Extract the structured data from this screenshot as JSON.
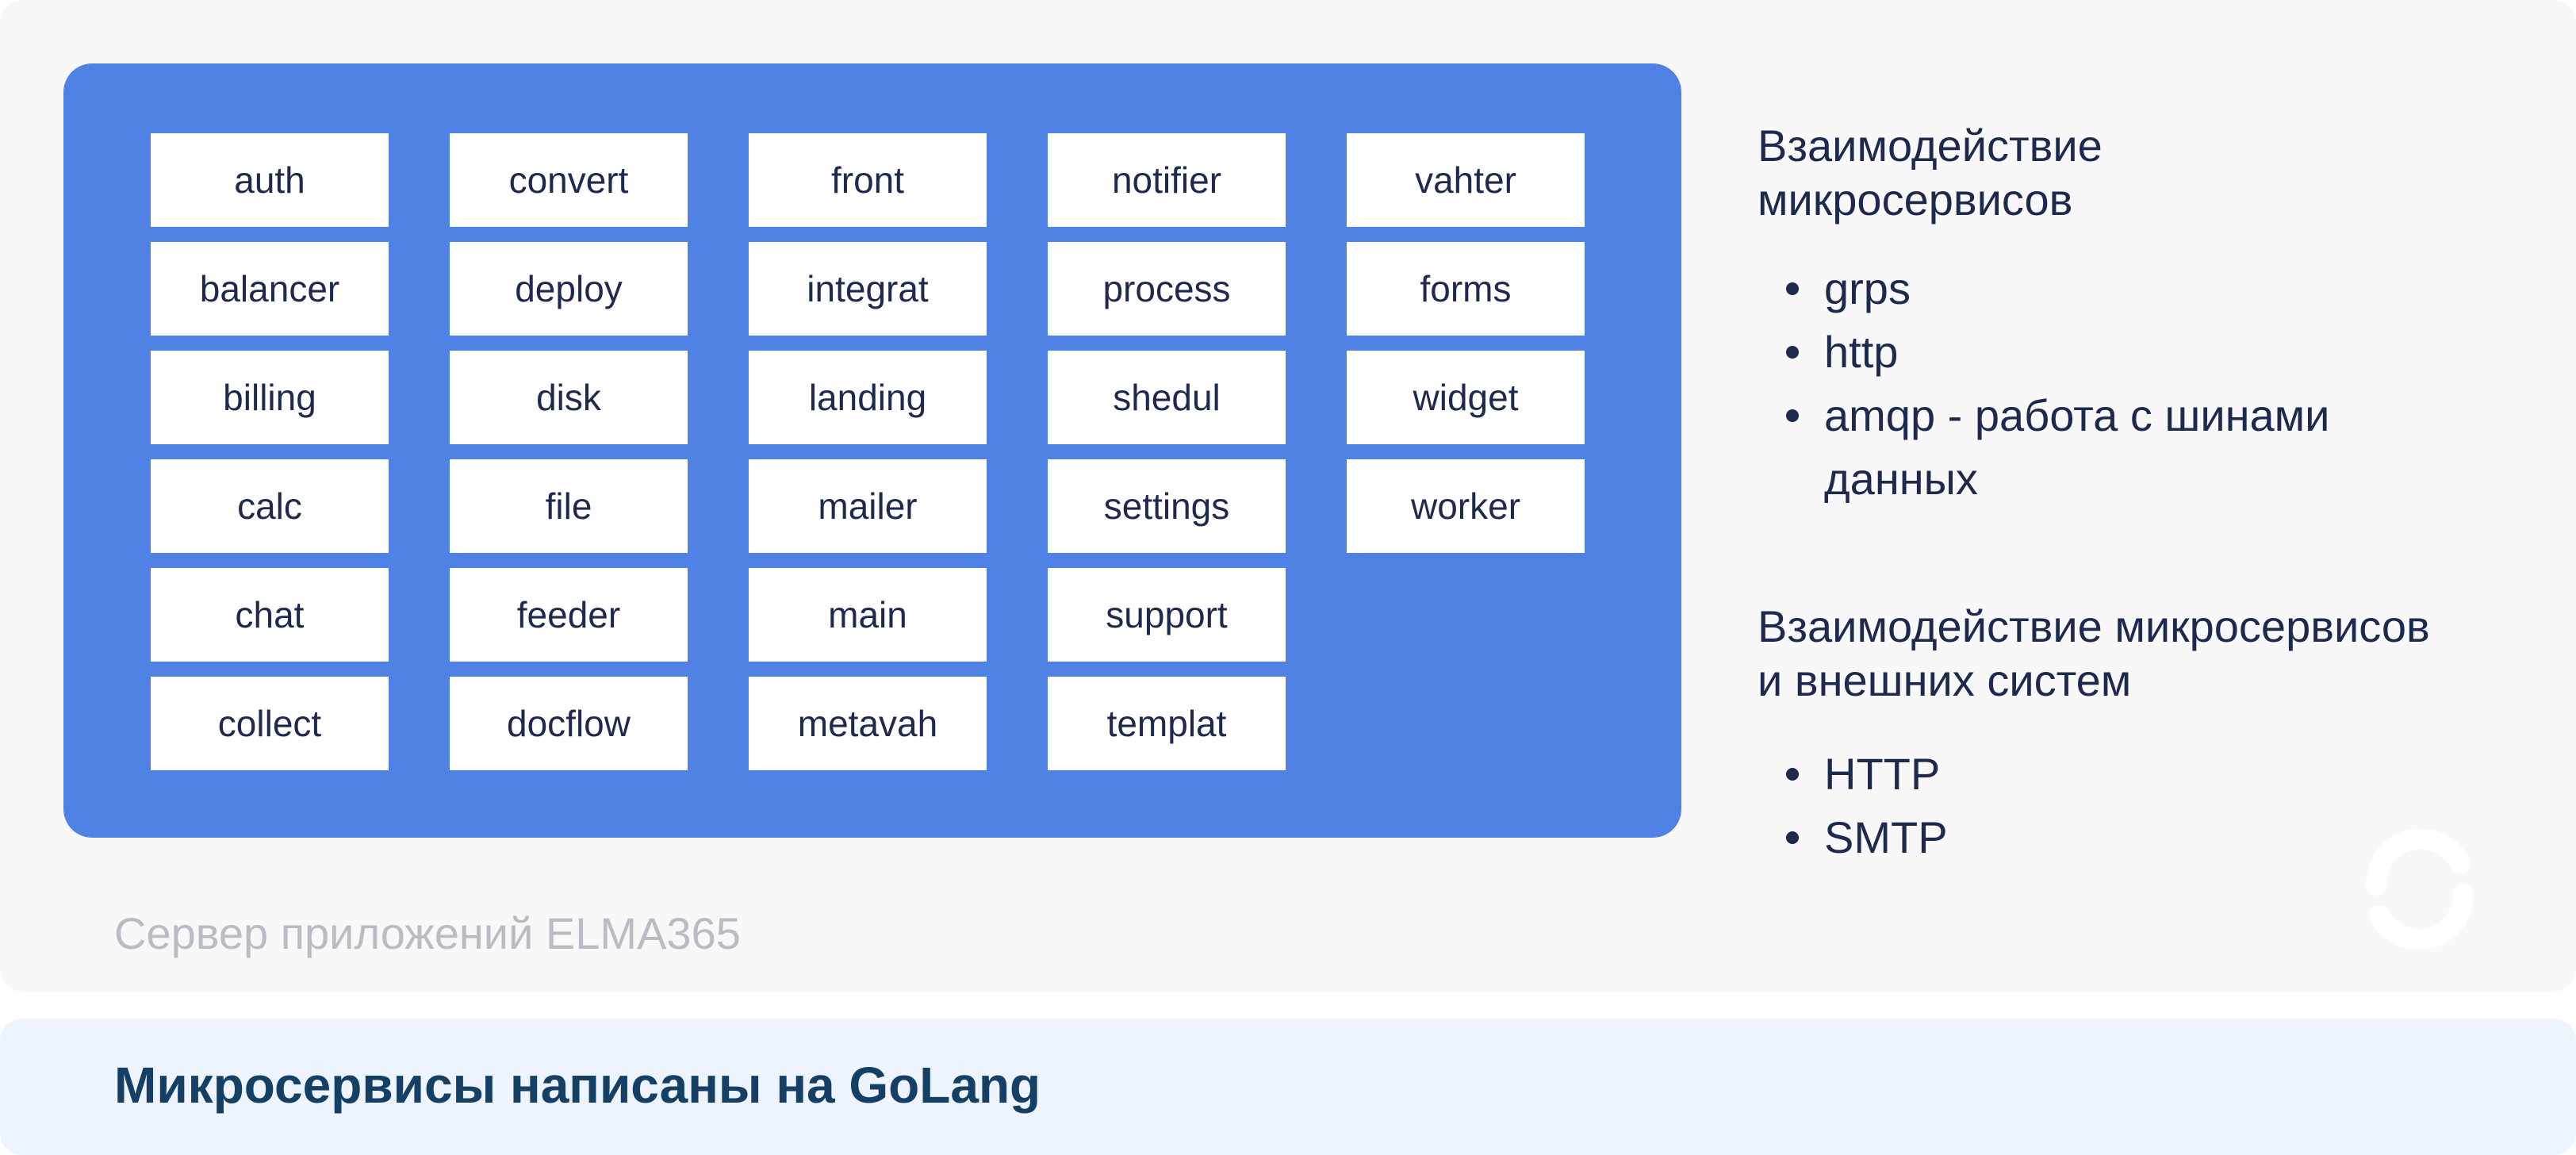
{
  "services": [
    [
      "auth",
      "balancer",
      "billing",
      "calc",
      "chat",
      "collect"
    ],
    [
      "convert",
      "deploy",
      "disk",
      "file",
      "feeder",
      "docflow"
    ],
    [
      "front",
      "integrat",
      "landing",
      "mailer",
      "main",
      "metavah"
    ],
    [
      "notifier",
      "process",
      "shedul",
      "settings",
      "support",
      "templat"
    ],
    [
      "vahter",
      "forms",
      "widget",
      "worker"
    ]
  ],
  "internal": {
    "heading_line1": "Взаимодействие",
    "heading_line2": "микросервисов",
    "items": [
      "grps",
      "http",
      "amqp - работа с шинами данных"
    ]
  },
  "external": {
    "heading_line1": "Взаимодействие микросервисов",
    "heading_line2": "и внешних систем",
    "items": [
      "HTTP",
      "SMTP"
    ]
  },
  "server_caption": "Сервер приложений ELMA365",
  "footer_title": "Микросервисы написаны на GoLang",
  "colors": {
    "panel": "#5082e6",
    "text_dark": "#1d2a4d",
    "caption": "#b9bcc4",
    "footer_bg": "#eef4fd",
    "footer_text": "#163f66"
  },
  "logo_icon": "elma-logo-icon"
}
